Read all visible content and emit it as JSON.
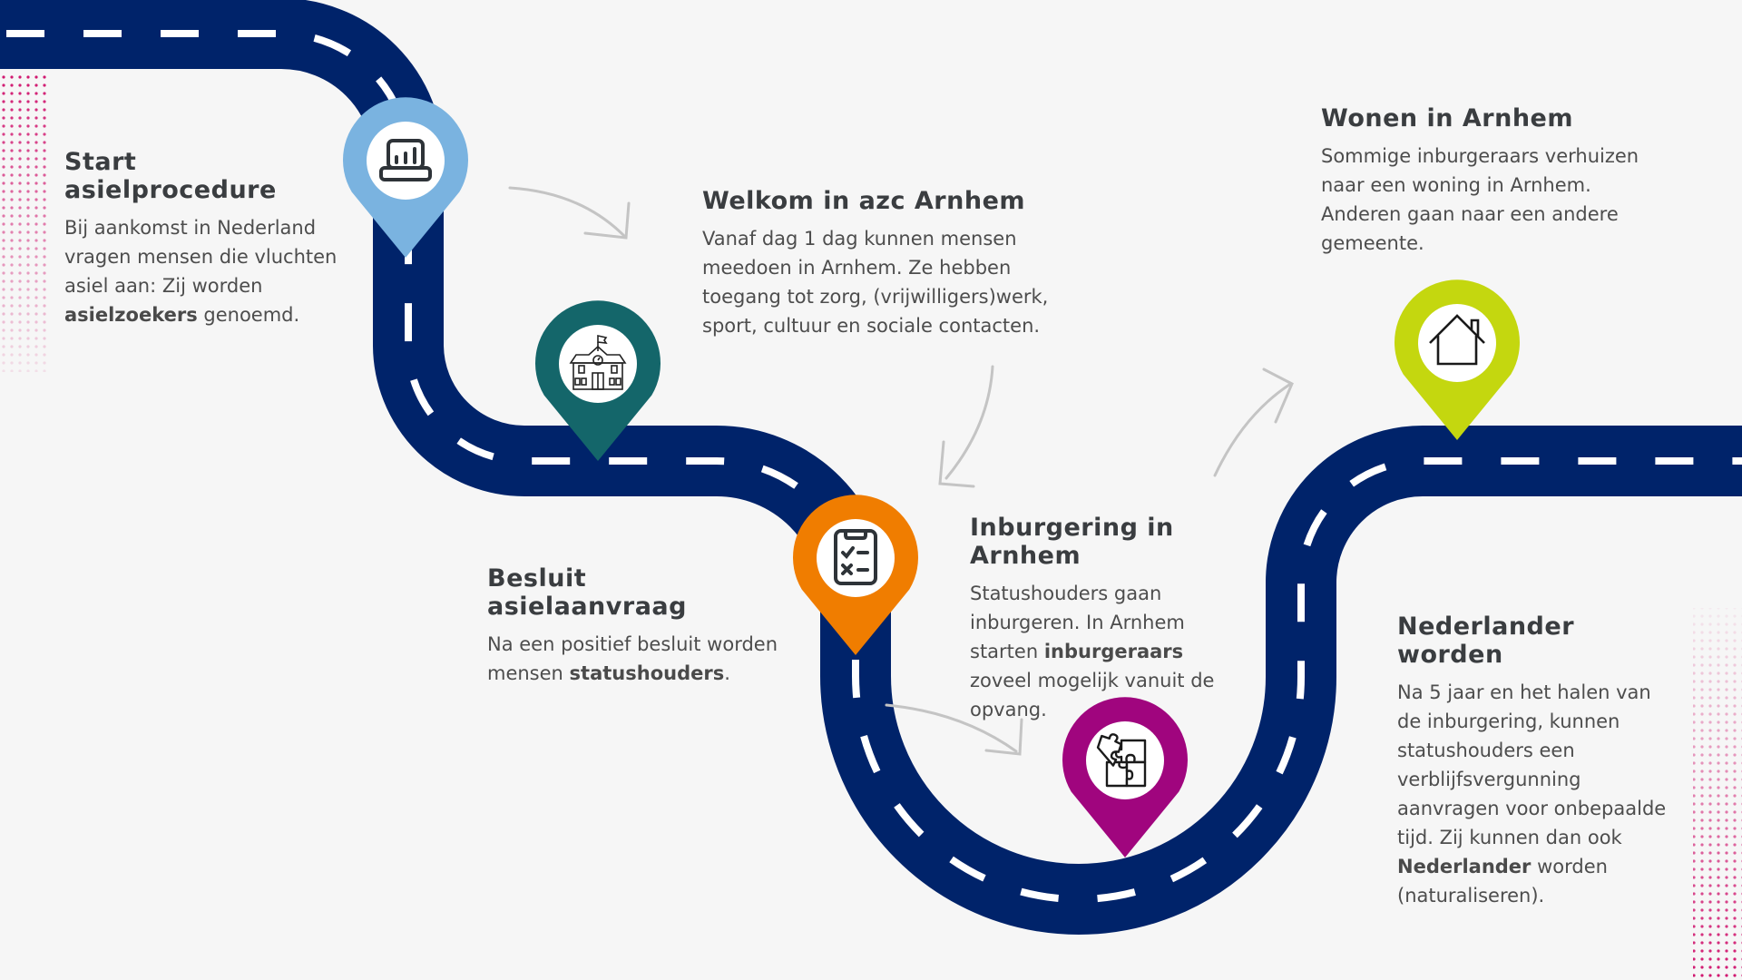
{
  "colors": {
    "background": "#f6f6f6",
    "road": "#00236a",
    "road_marking": "#ffffff",
    "arrow": "#c4c4c4",
    "dots": "#d0156e",
    "heading_text": "#3a3d40",
    "body_text": "#4d4d4d"
  },
  "steps": [
    {
      "id": "start",
      "title": "Start asielprocedure",
      "body_parts": [
        {
          "text": "Bij aankomst in Nederland vragen mensen die vluchten asiel aan: Zij worden ",
          "bold": false
        },
        {
          "text": "asielzoekers",
          "bold": true
        },
        {
          "text": " genoemd.",
          "bold": false
        }
      ],
      "pin_color": "#7ab3e0",
      "icon": "laptop-chart-icon"
    },
    {
      "id": "welkom",
      "title": "Welkom in azc Arnhem",
      "body_parts": [
        {
          "text": "Vanaf dag 1 dag kunnen mensen meedoen in Arnhem. Ze hebben toegang tot zorg, (vrijwilligers)werk, sport, cultuur en sociale contacten.",
          "bold": false
        }
      ],
      "pin_color": "#14666a",
      "icon": "school-building-icon"
    },
    {
      "id": "besluit",
      "title": "Besluit asielaanvraag",
      "body_parts": [
        {
          "text": "Na een positief besluit worden mensen ",
          "bold": false
        },
        {
          "text": "statushouders",
          "bold": true
        },
        {
          "text": ".",
          "bold": false
        }
      ],
      "pin_color": "#f07d00",
      "icon": "checklist-clipboard-icon"
    },
    {
      "id": "inburgering",
      "title": "Inburgering in Arnhem",
      "body_parts": [
        {
          "text": "Statushouders gaan inburgeren. In Arnhem starten ",
          "bold": false
        },
        {
          "text": "inburgeraars",
          "bold": true
        },
        {
          "text": " zoveel mogelijk vanuit de opvang.",
          "bold": false
        }
      ],
      "pin_color": "#a0057e",
      "icon": "puzzle-pieces-icon"
    },
    {
      "id": "wonen",
      "title": "Wonen in Arnhem",
      "body_parts": [
        {
          "text": "Sommige inburgeraars verhuizen naar een woning in Arnhem. Anderen gaan naar een andere gemeente.",
          "bold": false
        }
      ],
      "pin_color": "#c4d70f",
      "icon": "house-icon"
    },
    {
      "id": "nederlander",
      "title": "Nederlander worden",
      "body_parts": [
        {
          "text": "Na 5 jaar en het halen van de inburgering, kunnen statushouders een verblijfsvergunning aanvragen voor onbepaalde tijd. Zij kunnen dan ook ",
          "bold": false
        },
        {
          "text": "Nederlander",
          "bold": true
        },
        {
          "text": " worden (naturaliseren).",
          "bold": false
        }
      ],
      "pin_color": null,
      "icon": null
    }
  ]
}
